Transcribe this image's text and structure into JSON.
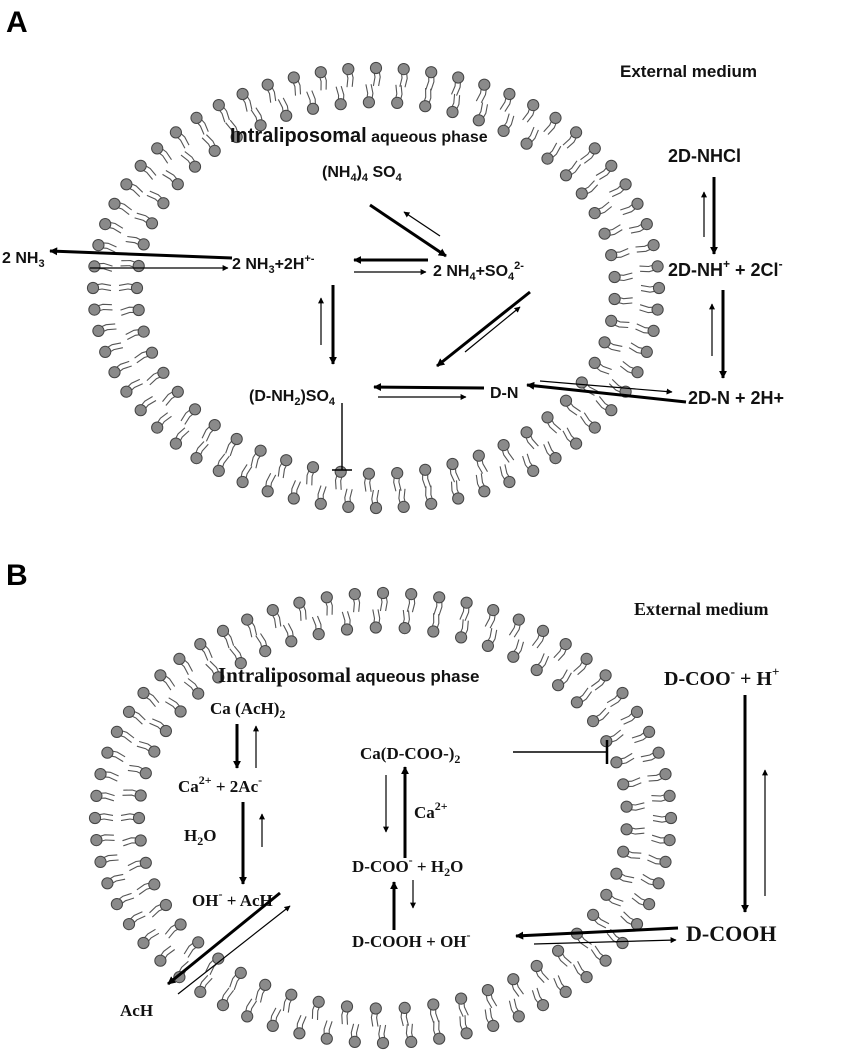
{
  "colors": {
    "lipid_head": "#8a8a8a",
    "lipid_head_edge": "#444444",
    "ink": "#111111"
  },
  "panel_a": {
    "letter": "A",
    "external_medium": "External medium",
    "title_bold": "Intraliposomal",
    "title_rest": " aqueous phase",
    "ammonium_sulfate": {
      "a": "(NH",
      "sub": "4",
      "b": ")",
      "c": " SO",
      "sub2": "4"
    },
    "nh3_out": {
      "a": "2 NH",
      "sub": "3"
    },
    "nh3_in": {
      "a": "2 NH",
      "sub": "3",
      "b": "+2H",
      "sup": "+-"
    },
    "nh4_so4": {
      "a": "2 NH",
      "sub": "4",
      "b": "+SO",
      "sub2": "4",
      "sup": "2-"
    },
    "drug_hcl": "2D-NHCl",
    "drug_prot": {
      "a": "2D-NH",
      "sup": "+",
      "b": " + 2Cl",
      "sup2": "-"
    },
    "drug_base_out": "2D-N + 2H+",
    "drug_sulfate": {
      "a": "(D-NH",
      "sub": "2",
      "b": ")SO",
      "sub2": "4"
    },
    "drug_base_in": "D-N"
  },
  "panel_b": {
    "letter": "B",
    "external_medium": "External medium",
    "title_bold": "Intraliposomal",
    "title_rest": " aqueous phase",
    "ca_acetate": {
      "a": "Ca (AcH)",
      "sub": "2"
    },
    "ca_ions": {
      "a": "Ca",
      "sup": "2+",
      "b": " + 2Ac",
      "sup2": "-"
    },
    "water": {
      "a": "H",
      "sub": "2",
      "b": "O"
    },
    "oh_ach": {
      "a": "OH",
      "sup": "-",
      "b": " + AcH"
    },
    "ach_out": "AcH",
    "ca_drug": {
      "a": "Ca(D-COO-)",
      "sub": "2"
    },
    "ca2": {
      "a": "Ca",
      "sup": "2+"
    },
    "dcoo_water": {
      "a": "D-COO",
      "sup": "-",
      "b": " + H",
      "sub": "2",
      "c": "O"
    },
    "dcooh_oh": {
      "a": "D-COOH + OH",
      "sup": "-"
    },
    "dcoo_h_out": {
      "a": "D-COO",
      "sup": "-",
      "b": " + H",
      "sup2": "+"
    },
    "dcooh_out": "D-COOH"
  }
}
